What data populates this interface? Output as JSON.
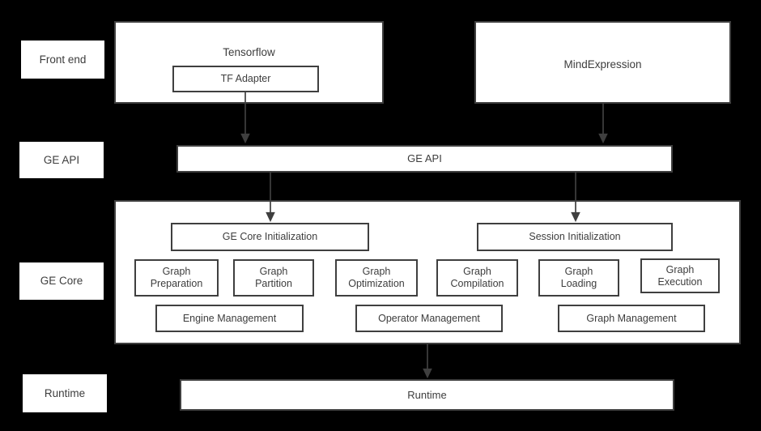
{
  "diagram": {
    "background_color": "#000000",
    "box_fill": "#ffffff",
    "stroke_color": "#3f3f3f",
    "text_color": "#3d3d3d",
    "layers": [
      {
        "id": "front-end",
        "label": "Front end"
      },
      {
        "id": "ge-api",
        "label": "GE API"
      },
      {
        "id": "ge-core",
        "label": "GE Core"
      },
      {
        "id": "runtime",
        "label": "Runtime"
      }
    ],
    "frontend": {
      "tensorflow": {
        "title": "Tensorflow",
        "child": "TF Adapter"
      },
      "mindexpression": {
        "title": "MindExpression"
      }
    },
    "ge_api_bar": {
      "label": "GE API"
    },
    "ge_core": {
      "init_boxes": [
        {
          "label": "GE Core Initialization"
        },
        {
          "label": "Session Initialization"
        }
      ],
      "module_boxes": [
        {
          "label": "Graph\nPreparation"
        },
        {
          "label": "Graph\nPartition"
        },
        {
          "label": "Graph\nOptimization"
        },
        {
          "label": "Graph\nCompilation"
        },
        {
          "label": "Graph\nLoading"
        },
        {
          "label": "Graph\nExecution"
        }
      ],
      "management_boxes": [
        {
          "label": "Engine Management"
        },
        {
          "label": "Operator Management"
        },
        {
          "label": "Graph Management"
        }
      ]
    },
    "runtime_bar": {
      "label": "Runtime"
    },
    "arrows": [
      {
        "id": "tf-adapter-to-ge-api",
        "from": "TF Adapter",
        "to": "GE API"
      },
      {
        "id": "mindexpression-to-ge-api",
        "from": "MindExpression",
        "to": "GE API"
      },
      {
        "id": "ge-api-to-ge-core-init",
        "from": "GE API",
        "to": "GE Core Initialization"
      },
      {
        "id": "ge-api-to-session-init",
        "from": "GE API",
        "to": "Session Initialization"
      },
      {
        "id": "ge-core-to-runtime",
        "from": "GE Core",
        "to": "Runtime"
      }
    ]
  }
}
